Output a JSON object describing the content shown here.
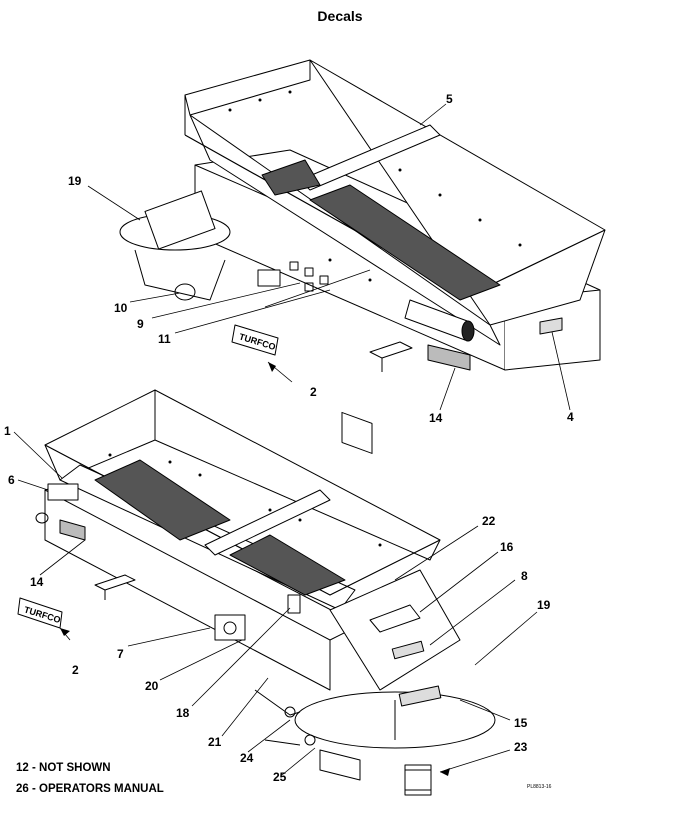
{
  "title": "Decals",
  "callouts": [
    "19",
    "5",
    "10",
    "9",
    "11",
    "2",
    "14",
    "4",
    "1",
    "6",
    "14",
    "2",
    "7",
    "20",
    "18",
    "21",
    "24",
    "25",
    "22",
    "16",
    "8",
    "19",
    "15",
    "23"
  ],
  "notes": [
    "12 - NOT SHOWN",
    "26 - OPERATORS MANUAL"
  ],
  "drawing_code": "PL8813-16",
  "decal_text": "TURFCO"
}
